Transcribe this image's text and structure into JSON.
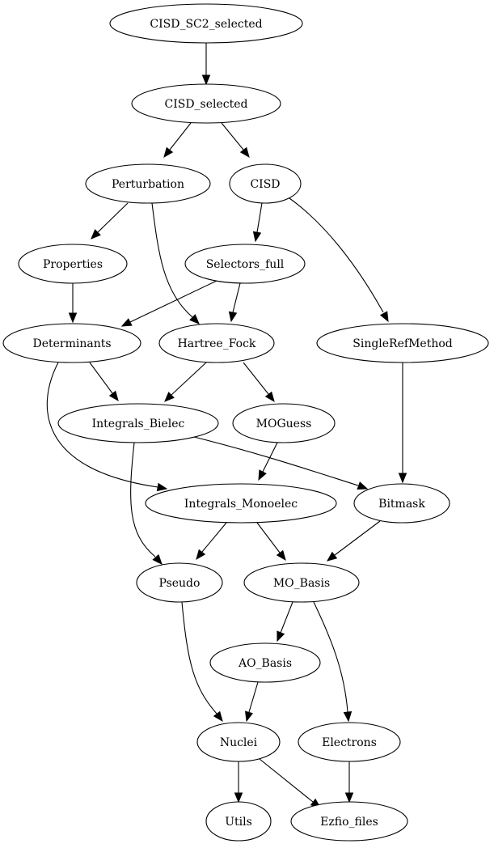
{
  "colors": {
    "highlight": "#e3000f",
    "default": "#000000"
  },
  "nodes": {
    "cisd_sc2_selected": {
      "label": "CISD_SC2_selected",
      "color": "#e3000f"
    },
    "cisd_selected": {
      "label": "CISD_selected"
    },
    "perturbation": {
      "label": "Perturbation"
    },
    "cisd": {
      "label": "CISD"
    },
    "properties": {
      "label": "Properties"
    },
    "selectors_full": {
      "label": "Selectors_full"
    },
    "determinants": {
      "label": "Determinants"
    },
    "hartree_fock": {
      "label": "Hartree_Fock"
    },
    "singlerefmethod": {
      "label": "SingleRefMethod"
    },
    "integrals_bielec": {
      "label": "Integrals_Bielec"
    },
    "moguess": {
      "label": "MOGuess"
    },
    "integrals_monoelec": {
      "label": "Integrals_Monoelec"
    },
    "bitmask": {
      "label": "Bitmask"
    },
    "pseudo": {
      "label": "Pseudo"
    },
    "mo_basis": {
      "label": "MO_Basis"
    },
    "ao_basis": {
      "label": "AO_Basis"
    },
    "nuclei": {
      "label": "Nuclei"
    },
    "electrons": {
      "label": "Electrons"
    },
    "utils": {
      "label": "Utils"
    },
    "ezfio_files": {
      "label": "Ezfio_files"
    }
  },
  "edges": [
    {
      "from": "cisd_sc2_selected",
      "to": "cisd_selected"
    },
    {
      "from": "cisd_selected",
      "to": "perturbation"
    },
    {
      "from": "cisd_selected",
      "to": "cisd"
    },
    {
      "from": "perturbation",
      "to": "properties"
    },
    {
      "from": "perturbation",
      "to": "hartree_fock"
    },
    {
      "from": "cisd",
      "to": "selectors_full"
    },
    {
      "from": "cisd",
      "to": "singlerefmethod"
    },
    {
      "from": "properties",
      "to": "determinants"
    },
    {
      "from": "selectors_full",
      "to": "determinants"
    },
    {
      "from": "selectors_full",
      "to": "hartree_fock"
    },
    {
      "from": "determinants",
      "to": "integrals_bielec"
    },
    {
      "from": "determinants",
      "to": "integrals_monoelec"
    },
    {
      "from": "hartree_fock",
      "to": "integrals_bielec"
    },
    {
      "from": "hartree_fock",
      "to": "moguess"
    },
    {
      "from": "singlerefmethod",
      "to": "bitmask"
    },
    {
      "from": "integrals_bielec",
      "to": "bitmask"
    },
    {
      "from": "integrals_bielec",
      "to": "pseudo"
    },
    {
      "from": "moguess",
      "to": "integrals_monoelec"
    },
    {
      "from": "integrals_monoelec",
      "to": "pseudo"
    },
    {
      "from": "integrals_monoelec",
      "to": "mo_basis"
    },
    {
      "from": "bitmask",
      "to": "mo_basis"
    },
    {
      "from": "mo_basis",
      "to": "ao_basis"
    },
    {
      "from": "mo_basis",
      "to": "electrons"
    },
    {
      "from": "pseudo",
      "to": "nuclei"
    },
    {
      "from": "ao_basis",
      "to": "nuclei"
    },
    {
      "from": "nuclei",
      "to": "utils"
    },
    {
      "from": "nuclei",
      "to": "ezfio_files"
    },
    {
      "from": "electrons",
      "to": "ezfio_files"
    }
  ]
}
